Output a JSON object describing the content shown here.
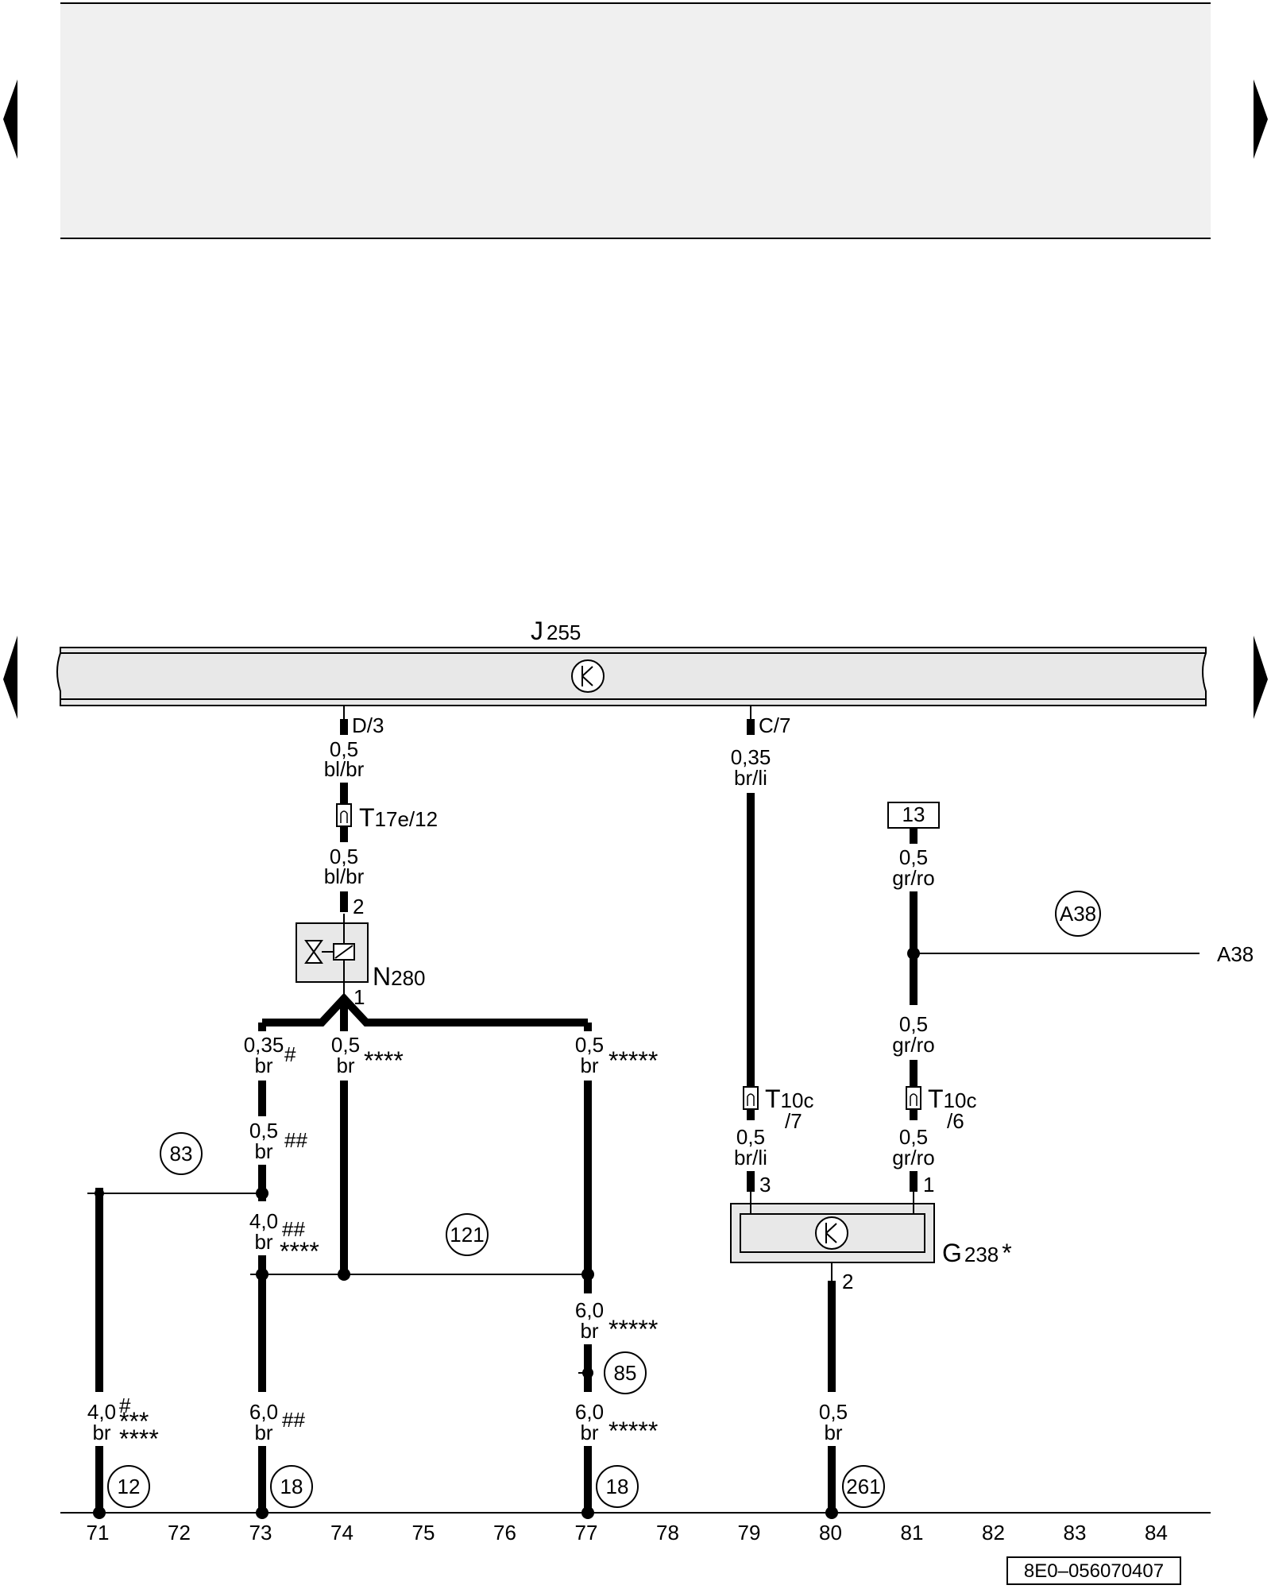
{
  "nav": {
    "prev_arrow": "◀",
    "next_arrow": "▶"
  },
  "components": {
    "j255": {
      "letter": "J",
      "sub": "255"
    },
    "n280": {
      "letter": "N",
      "sub": "280"
    },
    "g238": {
      "letter": "G",
      "sub": "238",
      "mark": "*"
    }
  },
  "connectors": {
    "d3": "D/3",
    "c7": "C/7",
    "t17e": {
      "letter": "T",
      "sub": "17e/12"
    },
    "t10c_7": {
      "letter": "T",
      "sub": "10c",
      "pin": "/7"
    },
    "t10c_6": {
      "letter": "T",
      "sub": "10c",
      "pin": "/6"
    }
  },
  "pins": {
    "n280_2": "2",
    "n280_1": "1",
    "g238_3": "3",
    "g238_1": "1",
    "g238_2": "2"
  },
  "wires": {
    "w1": {
      "size": "0,5",
      "color": "bl/br"
    },
    "w2": {
      "size": "0,5",
      "color": "bl/br"
    },
    "w3": {
      "size": "0,35",
      "color": "br/li"
    },
    "w4": {
      "size": "0,5",
      "color": "gr/ro"
    },
    "w5": {
      "size": "0,5",
      "color": "gr/ro"
    },
    "w6": {
      "size": "0,5",
      "color": "br/li"
    },
    "w7": {
      "size": "0,5",
      "color": "gr/ro"
    },
    "w8": {
      "size": "0,35",
      "color": "br",
      "mark": "#"
    },
    "w9": {
      "size": "0,5",
      "color": "br",
      "mark": "****"
    },
    "w10": {
      "size": "0,5",
      "color": "br",
      "mark": "*****"
    },
    "w11": {
      "size": "0,5",
      "color": "br",
      "mark": "##"
    },
    "w12": {
      "size": "4,0",
      "color": "br",
      "mark": "##",
      "mark2": "****"
    },
    "w13": {
      "size": "6,0",
      "color": "br",
      "mark": "*****"
    },
    "w14": {
      "size": "4,0",
      "color": "br",
      "mark": "#",
      "mark2": "***",
      "mark3": "****"
    },
    "w15": {
      "size": "6,0",
      "color": "br",
      "mark": "##"
    },
    "w16": {
      "size": "6,0",
      "color": "br",
      "mark": "*****"
    },
    "w17": {
      "size": "0,5",
      "color": "br"
    }
  },
  "refs": {
    "box13": "13",
    "a38_circle": "A38",
    "a38_label": "A38",
    "c83": "83",
    "c121": "121",
    "c85": "85",
    "c12": "12",
    "c18a": "18",
    "c18b": "18",
    "c261": "261"
  },
  "scale": [
    "71",
    "72",
    "73",
    "74",
    "75",
    "76",
    "77",
    "78",
    "79",
    "80",
    "81",
    "82",
    "83",
    "84"
  ],
  "doc_id": "8E0–056070407"
}
